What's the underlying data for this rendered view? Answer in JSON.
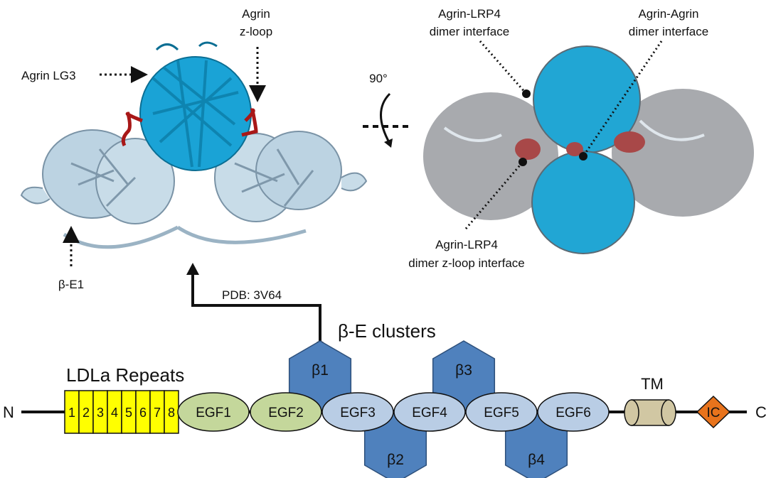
{
  "labels": {
    "agrin_z_loop_line1": "Agrin",
    "agrin_z_loop_line2": "z-loop",
    "agrin_lg3": "Agrin LG3",
    "beta_e1": "β-E1",
    "pdb": "PDB: 3V64",
    "rotation": "90°",
    "lrp4_dimer_line1": "Agrin-LRP4",
    "lrp4_dimer_line2": "dimer interface",
    "agrin_agrin_line1": "Agrin-Agrin",
    "agrin_agrin_line2": "dimer interface",
    "zloop_iface_line1": "Agrin-LRP4",
    "zloop_iface_line2": "dimer  z-loop interface",
    "beta_clusters": "β-E clusters",
    "ldla_repeats": "LDLa Repeats",
    "n_terminus": "N",
    "c_terminus": "C",
    "tm": "TM",
    "ic": "IC"
  },
  "ldla_repeats": [
    "1",
    "2",
    "3",
    "4",
    "5",
    "6",
    "7",
    "8"
  ],
  "egf_domains": [
    "EGF1",
    "EGF2",
    "EGF3",
    "EGF4",
    "EGF5",
    "EGF6"
  ],
  "beta_hexagons": [
    "β1",
    "β2",
    "β3",
    "β4"
  ],
  "colors": {
    "ldla_yellow": "#ffff00",
    "egf_green": "#c4d79b",
    "egf_blue": "#b9cde5",
    "beta_hex": "#4f81bd",
    "tm_tan": "#d1c7a3",
    "ic_orange": "#e8731c",
    "agrin_cyan": "#1aa3d6",
    "lrp4_lightblue": "#b4d0e0",
    "surface_gray": "#a8aaae",
    "zloop_red": "#a81818"
  }
}
